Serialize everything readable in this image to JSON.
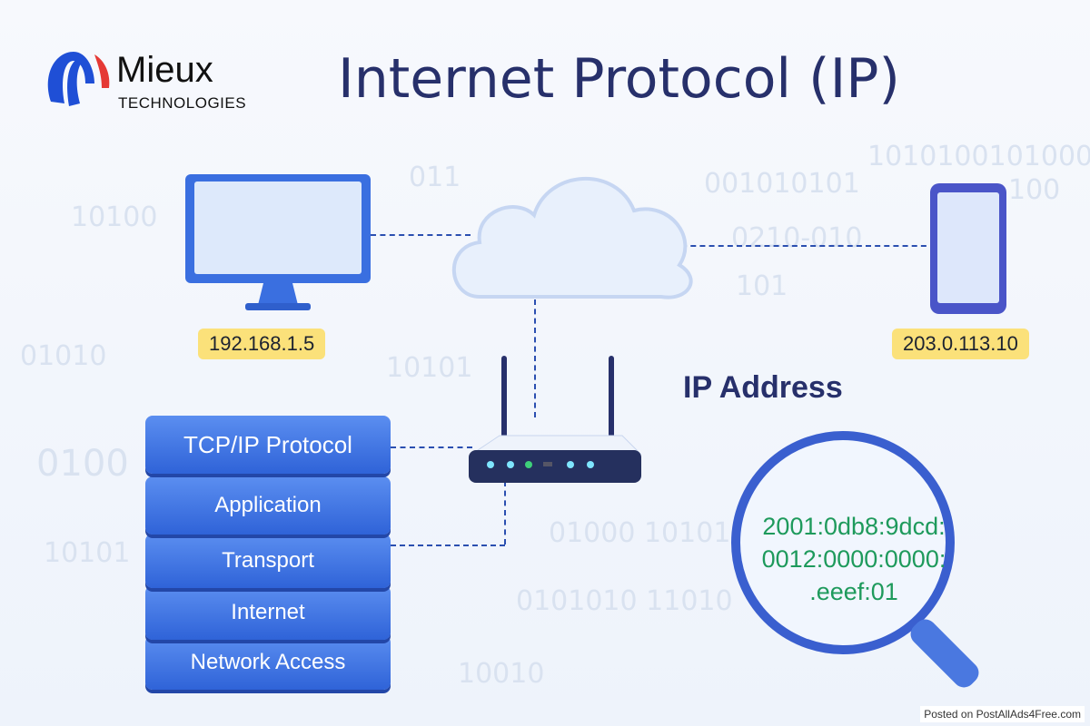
{
  "logo": {
    "name": "Mieux",
    "sub": "TECHNOLOGIES",
    "colors": [
      "#1f4fd6",
      "#e53935"
    ]
  },
  "title": "Internet Protocol (IP)",
  "background_binary": [
    "011",
    "10100",
    "001010101",
    "1010100101000",
    "100",
    "0210-010",
    "101",
    "01010",
    "10101",
    "0100",
    "10101",
    "01000 10101",
    "0101010 11010",
    "10010"
  ],
  "devices": {
    "computer_ip": "192.168.1.5",
    "phone_ip": "203.0.113.10"
  },
  "ip_address": {
    "label": "IP Address",
    "lines": [
      "2001:0db8:9dcd:",
      "0012:0000:0000:",
      ".eeef:01"
    ]
  },
  "stack": [
    "TCP/IP Protocol",
    "Application",
    "Transport",
    "Internet",
    "Network Access"
  ],
  "footer": "Posted on PostAllAds4Free.com",
  "colors": {
    "accent": "#2f63d8",
    "title": "#27306b",
    "ip_badge": "#fbe17a",
    "hex_text": "#1e9a5c"
  }
}
